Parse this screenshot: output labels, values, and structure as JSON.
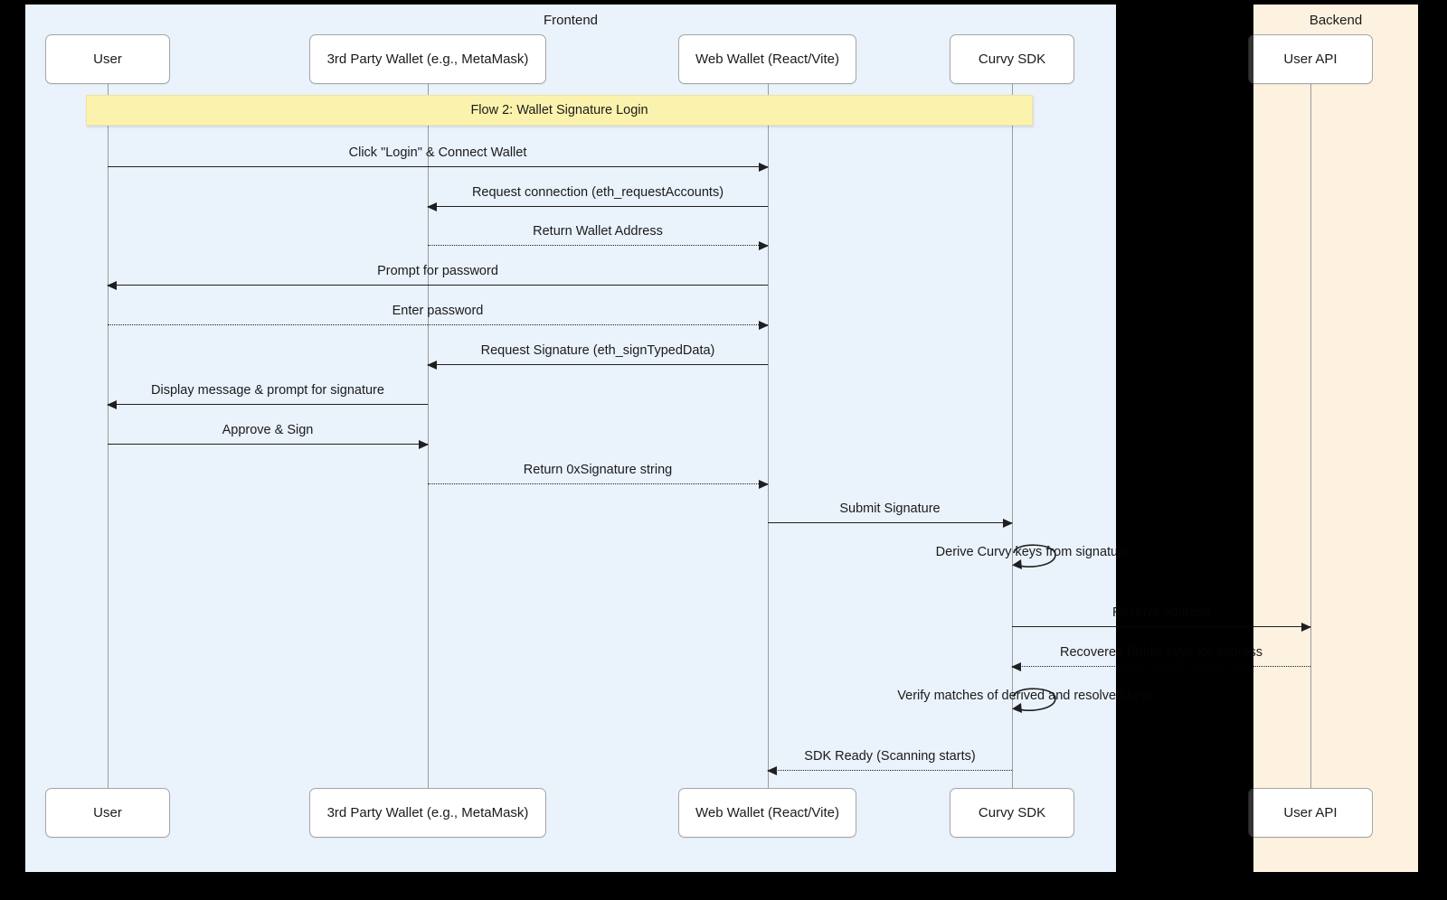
{
  "diagram": {
    "type": "sequence-diagram",
    "title": "Flow 2: Wallet Signature Login",
    "groups": [
      {
        "id": "frontend",
        "label": "Frontend",
        "color": "#eaf2fc"
      },
      {
        "id": "backend",
        "label": "Backend",
        "color": "#fdf1e0"
      }
    ],
    "note_banner": {
      "label": "Flow 2: Wallet Signature Login",
      "color": "#fbf3ad"
    },
    "participants": [
      {
        "id": "user",
        "label": "User",
        "group": "frontend"
      },
      {
        "id": "thirdparty",
        "label": "3rd Party Wallet (e.g., MetaMask)",
        "group": "frontend"
      },
      {
        "id": "webwallet",
        "label": "Web Wallet (React/Vite)",
        "group": "frontend"
      },
      {
        "id": "sdk",
        "label": "Curvy SDK",
        "group": "frontend"
      },
      {
        "id": "userapi",
        "label": "User API",
        "group": "backend"
      }
    ],
    "messages": [
      {
        "n": 1,
        "label": "Click \"Login\" & Connect Wallet",
        "from": "user",
        "to": "webwallet",
        "style": "solid",
        "kind": "call"
      },
      {
        "n": 2,
        "label": "Request connection (eth_requestAccounts)",
        "from": "webwallet",
        "to": "thirdparty",
        "style": "solid",
        "kind": "call"
      },
      {
        "n": 3,
        "label": "Return Wallet Address",
        "from": "thirdparty",
        "to": "webwallet",
        "style": "dashed",
        "kind": "return"
      },
      {
        "n": 4,
        "label": "Prompt for password",
        "from": "webwallet",
        "to": "user",
        "style": "solid",
        "kind": "call"
      },
      {
        "n": 5,
        "label": "Enter password",
        "from": "user",
        "to": "webwallet",
        "style": "dashed",
        "kind": "return"
      },
      {
        "n": 6,
        "label": "Request Signature (eth_signTypedData)",
        "from": "webwallet",
        "to": "thirdparty",
        "style": "solid",
        "kind": "call"
      },
      {
        "n": 7,
        "label": "Display message & prompt for signature",
        "from": "thirdparty",
        "to": "user",
        "style": "solid",
        "kind": "call"
      },
      {
        "n": 8,
        "label": "Approve & Sign",
        "from": "user",
        "to": "thirdparty",
        "style": "solid",
        "kind": "call"
      },
      {
        "n": 9,
        "label": "Return 0xSignature string",
        "from": "thirdparty",
        "to": "webwallet",
        "style": "dashed",
        "kind": "return"
      },
      {
        "n": 10,
        "label": "Submit Signature",
        "from": "webwallet",
        "to": "sdk",
        "style": "solid",
        "kind": "call"
      },
      {
        "n": 11,
        "label": "Derive Curvy keys from signature",
        "from": "sdk",
        "to": "sdk",
        "style": "solid",
        "kind": "self"
      },
      {
        "n": 12,
        "label": "Resolve address",
        "from": "sdk",
        "to": "userapi",
        "style": "solid",
        "kind": "call"
      },
      {
        "n": 13,
        "label": "Recovered Public keys for address",
        "from": "userapi",
        "to": "sdk",
        "style": "dashed",
        "kind": "return"
      },
      {
        "n": 14,
        "label": "Verify matches of derived and resolved keys",
        "from": "sdk",
        "to": "sdk",
        "style": "solid",
        "kind": "self"
      },
      {
        "n": 15,
        "label": "SDK Ready (Scanning starts)",
        "from": "sdk",
        "to": "webwallet",
        "style": "dashed",
        "kind": "return"
      }
    ]
  }
}
